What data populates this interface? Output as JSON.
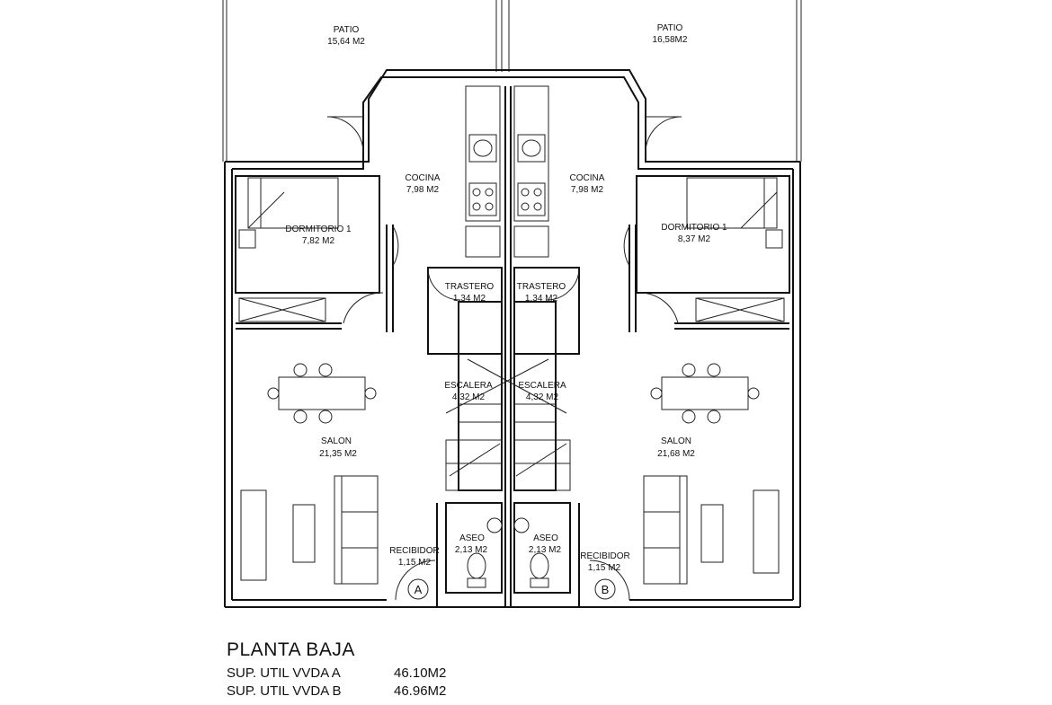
{
  "rooms": {
    "patio_a": {
      "name": "PATIO",
      "area": "15,64 M2"
    },
    "patio_b": {
      "name": "PATIO",
      "area": "16,58M2"
    },
    "cocina_a": {
      "name": "COCINA",
      "area": "7,98 M2"
    },
    "cocina_b": {
      "name": "COCINA",
      "area": "7,98 M2"
    },
    "dorm_a": {
      "name": "DORMITORIO 1",
      "area": "7,82 M2"
    },
    "dorm_b": {
      "name": "DORMITORIO 1",
      "area": "8,37 M2"
    },
    "trastero_a": {
      "name": "TRASTERO",
      "area": "1,34 M2"
    },
    "trastero_b": {
      "name": "TRASTERO",
      "area": "1,34 M2"
    },
    "escalera_a": {
      "name": "ESCALERA",
      "area": "4,32 M2"
    },
    "escalera_b": {
      "name": "ESCALERA",
      "area": "4,32 M2"
    },
    "salon_a": {
      "name": "SALON",
      "area": "21,35 M2"
    },
    "salon_b": {
      "name": "SALON",
      "area": "21,68 M2"
    },
    "aseo_a": {
      "name": "ASEO",
      "area": "2,13 M2"
    },
    "aseo_b": {
      "name": "ASEO",
      "area": "2,13 M2"
    },
    "recibidor_a": {
      "name": "RECIBIDOR",
      "area": "1,15 M2"
    },
    "recibidor_b": {
      "name": "RECIBIDOR",
      "area": "1,15 M2"
    }
  },
  "units": {
    "a": "A",
    "b": "B"
  },
  "legend": {
    "title": "PLANTA BAJA",
    "rows": [
      {
        "label": "SUP. UTIL VVDA A",
        "value": "46.10M2"
      },
      {
        "label": "SUP. UTIL VVDA B",
        "value": "46.96M2"
      }
    ]
  }
}
